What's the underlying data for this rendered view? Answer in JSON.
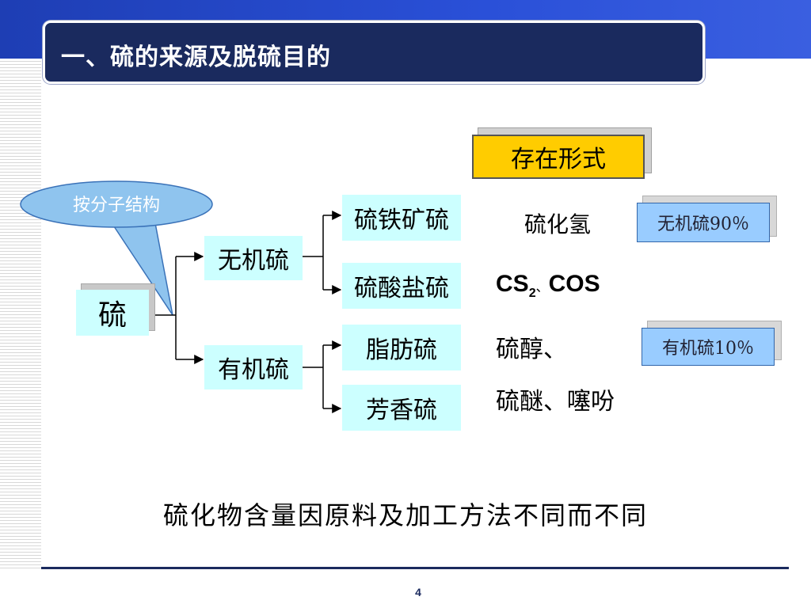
{
  "title": "一、硫的来源及脱硫目的",
  "existence_label": "存在形式",
  "bubble_label": "按分子结构",
  "root_label": "硫",
  "inorganic_label": "无机硫",
  "organic_label": "有机硫",
  "inorganic_items": [
    "硫铁矿硫",
    "硫酸盐硫"
  ],
  "organic_items": [
    "脂肪硫",
    "芳香硫"
  ],
  "forms": {
    "h2s": "硫化氢",
    "cs2_main": "CS",
    "cs2_sub": "2",
    "cs2_sep": "、",
    "cos": "COS",
    "thiol": "硫醇、",
    "ether": "硫醚、噻吩"
  },
  "inorganic_pct": "无机硫90％",
  "organic_pct": "有机硫10％",
  "footer": "硫化物含量因原料及加工方法不同而不同",
  "page_number": "4",
  "colors": {
    "title_bg": "#1a2a5e",
    "existence_bg": "#ffcc00",
    "node_bg": "#ccffff",
    "pct_bg": "#99ccff",
    "bubble_fill": "#8fc4ee"
  }
}
